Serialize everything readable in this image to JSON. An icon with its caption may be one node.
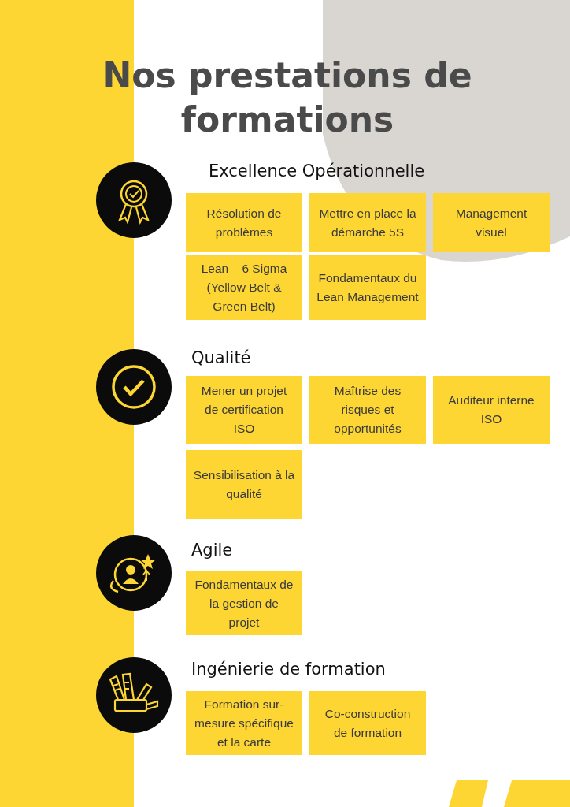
{
  "diagram": {
    "title": "Nos prestations de formations",
    "nodes": [
      {
        "text": [
          "Résolution de problèmes"
        ]
      },
      {
        "text": [
          "Mettre en place la démarche 5S"
        ]
      },
      {
        "text": [
          "Management visuel"
        ]
      },
      {
        "text": [
          "Lean – 6 Sigma (Yellow Belt & Green Belt)"
        ]
      },
      {
        "text": [
          "Fondamentaux du Lean Management"
        ]
      },
      {
        "text": [
          "Mener un projet de certification ISO"
        ]
      },
      {
        "text": [
          "Maîtrise des risques et opportunités"
        ]
      },
      {
        "text": [
          "Auditeur interne ISO"
        ]
      },
      {
        "text": [
          "Sensibilisation à la qualité"
        ]
      },
      {
        "text": [
          "Fondamentaux de la gestion de projet"
        ]
      },
      {
        "text": [
          "Formation sur-mesure spécifique et la carte"
        ]
      },
      {
        "text": [
          "Co-construction de formation"
        ]
      }
    ],
    "edges": [],
    "labels": [
      "Excellence Opérationnelle",
      "Qualité",
      "Agile",
      "Ingénierie de formation"
    ]
  }
}
